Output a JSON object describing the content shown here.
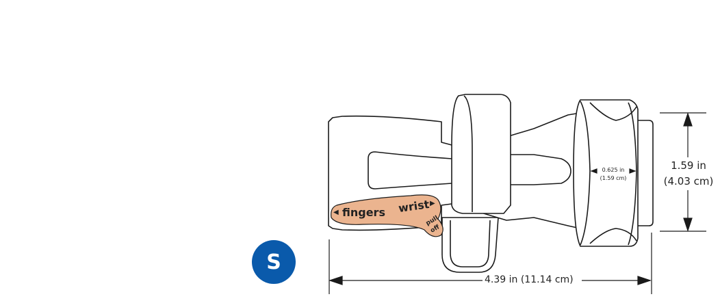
{
  "size_badge": {
    "label": "S",
    "color": "#0a5aab"
  },
  "tab": {
    "fingers_label": "fingers",
    "wrist_label": "wrist",
    "pull_label_1": "pull",
    "pull_label_2": "off",
    "color": "#ebb48f"
  },
  "dimensions": {
    "length": "4.39 in (11.14 cm)",
    "height_in": "1.59 in",
    "height_cm": "(4.03 cm)",
    "strap_width_in": "0.625 in",
    "strap_width_cm": "(1.59 cm)"
  }
}
